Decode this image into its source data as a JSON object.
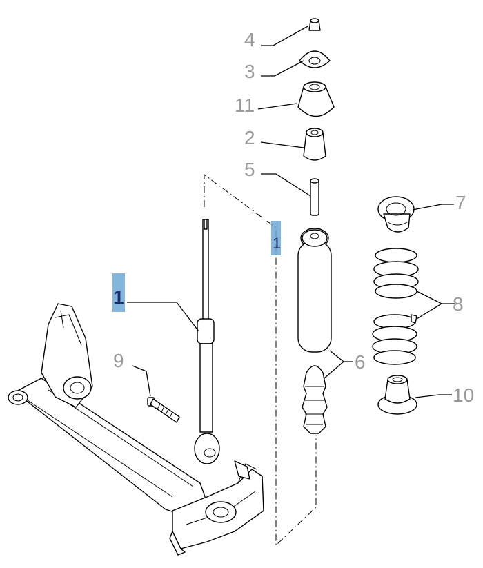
{
  "diagram": {
    "callouts": {
      "c1": "1",
      "c1b": "1",
      "c2": "2",
      "c3": "3",
      "c4": "4",
      "c5": "5",
      "c6": "6",
      "c7": "7",
      "c8": "8",
      "c9": "9",
      "c10": "10",
      "c11": "11"
    },
    "highlight_color": "#6fa8d4",
    "label_color": "#9a9a9a"
  }
}
